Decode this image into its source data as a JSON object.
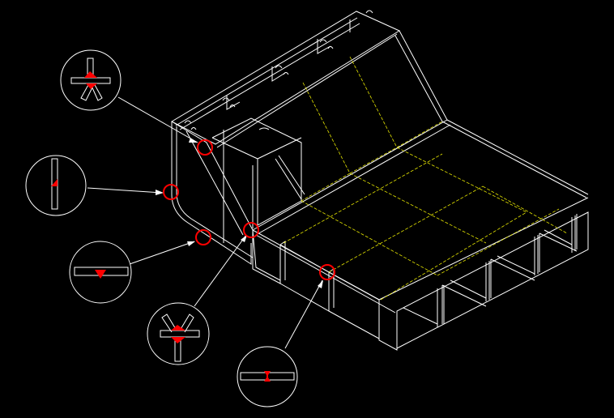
{
  "drawing": {
    "background": "#000000",
    "line_color": "#ffffff",
    "hidden_line_color": "#e6e600",
    "weld_color": "#ff0000"
  },
  "callouts": [
    {
      "id": "tee-joint-double-fillet",
      "symbol": "tee-weld-icon"
    },
    {
      "id": "edge-fillet",
      "symbol": "single-fillet-icon"
    },
    {
      "id": "bottom-fillet",
      "symbol": "bottom-fillet-icon"
    },
    {
      "id": "cross-joint-fillet",
      "symbol": "cross-weld-icon"
    },
    {
      "id": "butt-weld",
      "symbol": "butt-weld-icon"
    }
  ]
}
